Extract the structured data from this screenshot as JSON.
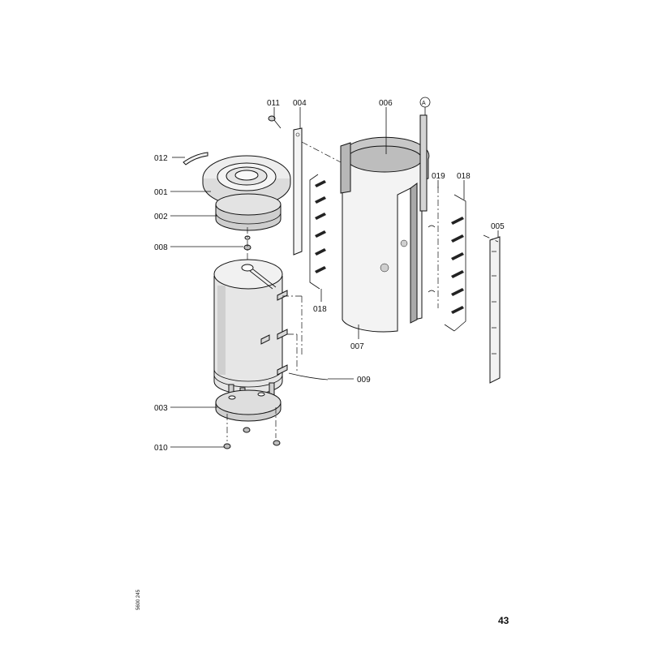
{
  "labels": {
    "p001": "001",
    "p002": "002",
    "p003": "003",
    "p004": "004",
    "p005": "005",
    "p006": "006",
    "p007": "007",
    "p008": "008",
    "p009": "009",
    "p010": "010",
    "p011": "011",
    "p012": "012",
    "p018a": "018",
    "p018b": "018",
    "p019": "019",
    "ref_a": "A"
  },
  "page_number": "43",
  "doc_code": "5600 245"
}
